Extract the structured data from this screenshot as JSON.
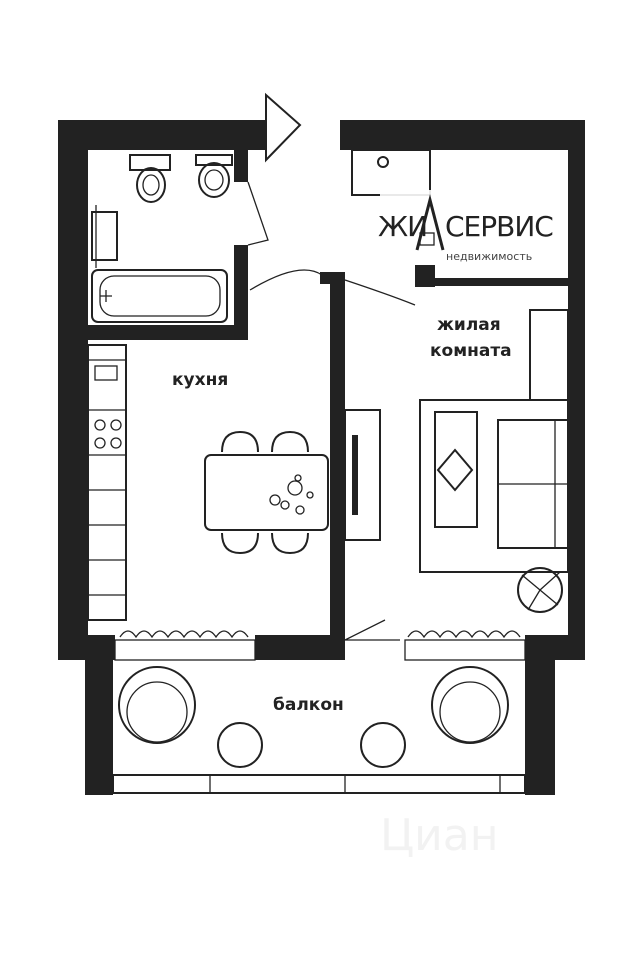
{
  "rooms": {
    "kitchen": "кухня",
    "living_line1": "жилая",
    "living_line2": "комната",
    "balcony": "балкон"
  },
  "logo": {
    "name": "ЖИЛСЕРВИС",
    "part1": "ЖИ",
    "part2": "СЕРВИС",
    "subtitle": "недвижимость"
  },
  "watermark": "Циан",
  "colors": {
    "wall": "#222222",
    "background": "#ffffff"
  }
}
